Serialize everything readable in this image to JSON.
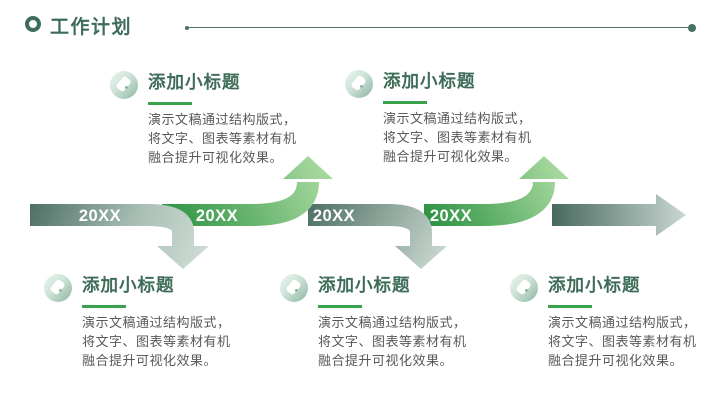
{
  "header": {
    "title": "工作计划"
  },
  "timeline": {
    "years": [
      "20XX",
      "20XX",
      "20XX",
      "20XX"
    ]
  },
  "blocks": [
    {
      "title": "添加小标题",
      "line1": "演示文稿通过结构版式，",
      "line2": "将文字、图表等素材有机",
      "line3": "融合提升可视化效果。"
    },
    {
      "title": "添加小标题",
      "line1": "演示文稿通过结构版式，",
      "line2": "将文字、图表等素材有机",
      "line3": "融合提升可视化效果。"
    },
    {
      "title": "添加小标题",
      "line1": "演示文稿通过结构版式，",
      "line2": "将文字、图表等素材有机",
      "line3": "融合提升可视化效果。"
    },
    {
      "title": "添加小标题",
      "line1": "演示文稿通过结构版式，",
      "line2": "将文字、图表等素材有机",
      "line3": "融合提升可视化效果。"
    },
    {
      "title": "添加小标题",
      "line1": "演示文稿通过结构版式，",
      "line2": "将文字、图表等素材有机",
      "line3": "融合提升可视化效果。"
    }
  ],
  "colors": {
    "dark_green_text": "#3e6c59",
    "accent_green": "#3aa24d",
    "ribbon_green_dark": "#27903f",
    "ribbon_green_light": "#a5d79d",
    "ribbon_gray_dark": "#4c6e62",
    "ribbon_gray_light": "#c9d8d1",
    "body_text": "#595959",
    "year_text": "#ffffff"
  }
}
